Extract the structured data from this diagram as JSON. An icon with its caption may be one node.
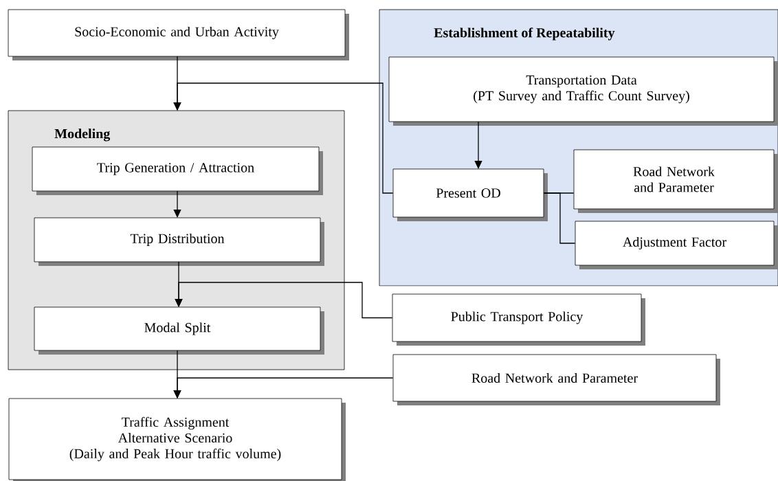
{
  "diagram": {
    "nodes": [
      {
        "text": [
          "Socio-Economic and Urban Activity"
        ]
      },
      {
        "text": [
          "Modeling"
        ]
      },
      {
        "text": [
          "Trip Generation / Attraction"
        ],
        "in": 1
      },
      {
        "text": [
          "Trip Distribution"
        ],
        "in": 1
      },
      {
        "text": [
          "Modal Split"
        ],
        "in": 1
      },
      {
        "text": [
          "Establishment of Repeatability"
        ]
      },
      {
        "text": [
          "Transportation Data",
          "(PT Survey and Traffic Count Survey)"
        ],
        "in": 5
      },
      {
        "text": [
          "Present OD"
        ],
        "in": 5
      },
      {
        "text": [
          "Road Network and Parameter"
        ],
        "in": 5
      },
      {
        "text": [
          "Adjustment Factor"
        ],
        "in": 5
      },
      {
        "text": [
          "Public Transport Policy"
        ]
      },
      {
        "text": [
          "Road Network and Parameter"
        ]
      },
      {
        "text": [
          "Traffic Assignment",
          "Alternative Scenario",
          "(Daily and Peak Hour traffic volume)"
        ]
      }
    ],
    "edges": [
      {
        "from": 0,
        "to": 1,
        "arrow": "to"
      },
      {
        "from": 7,
        "to": 1,
        "arrow": "to"
      },
      {
        "from": 6,
        "to": 7,
        "arrow": "to"
      },
      {
        "from": 7,
        "to": 8,
        "arrow": "none"
      },
      {
        "from": 7,
        "to": 9,
        "arrow": "none"
      },
      {
        "from": 2,
        "to": 3,
        "arrow": "to"
      },
      {
        "from": 3,
        "to": 4,
        "arrow": "to"
      },
      {
        "from": 10,
        "to": 4,
        "arrow": "to"
      },
      {
        "from": 4,
        "to": 12,
        "arrow": "to"
      },
      {
        "from": 11,
        "to": 12,
        "arrow": "to"
      }
    ]
  }
}
